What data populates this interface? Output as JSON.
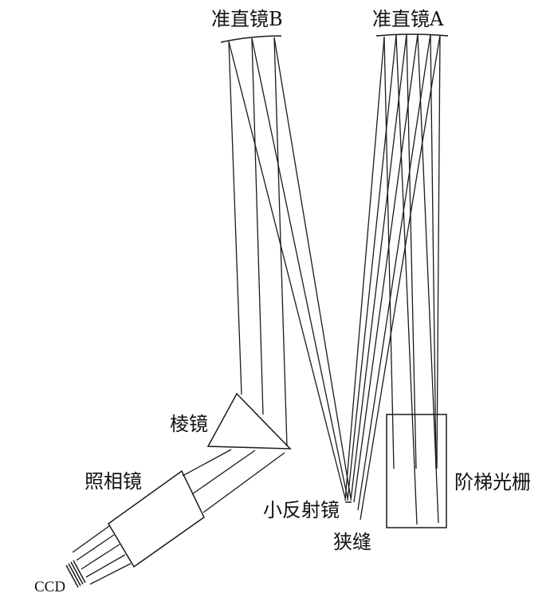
{
  "labels": {
    "collimator_b": "准直镜B",
    "collimator_a": "准直镜A",
    "prism": "棱镜",
    "camera_lens": "照相镜",
    "small_mirror": "小反射镜",
    "slit": "狭缝",
    "echelle_grating": "阶梯光栅",
    "ccd": "CCD"
  }
}
